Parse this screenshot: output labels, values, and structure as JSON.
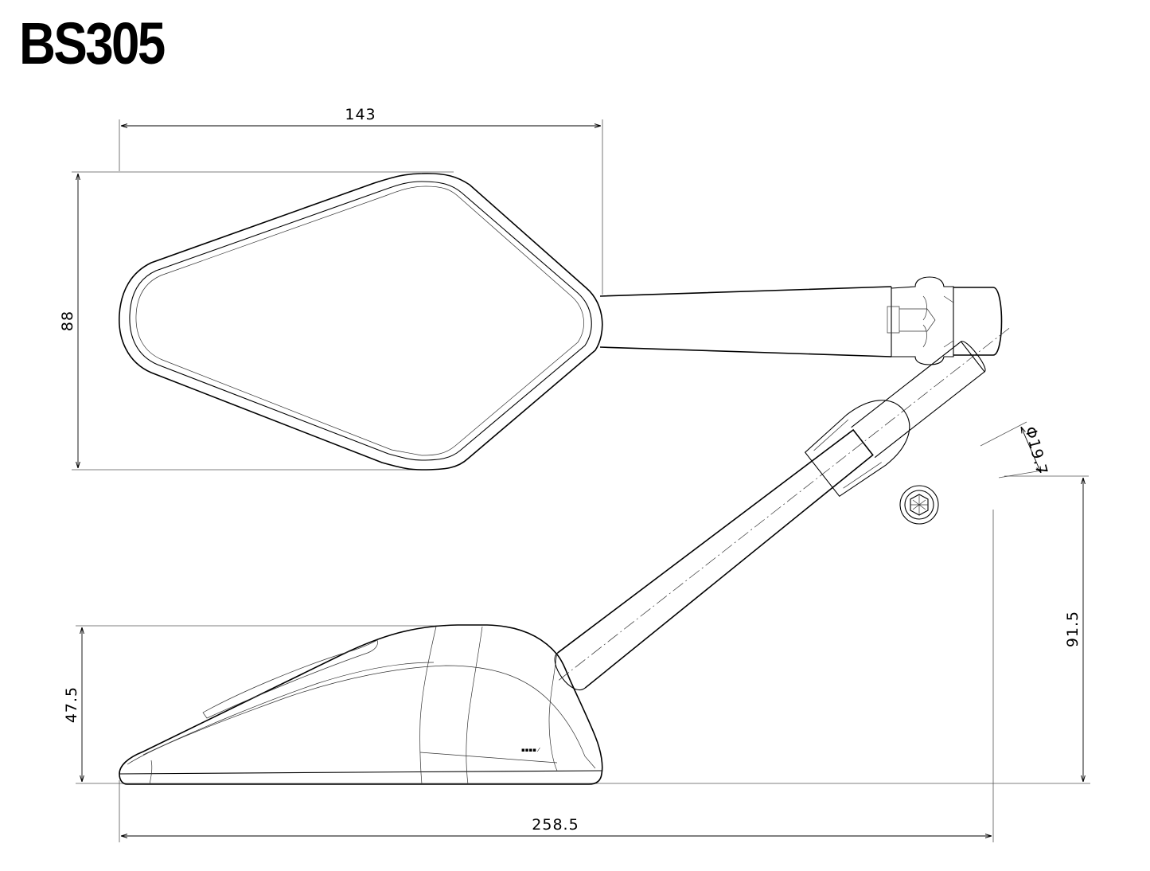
{
  "title": "BS305",
  "dimensions": {
    "top_width": "143",
    "top_height": "88",
    "side_total_length": "258.5",
    "side_body_height": "47.5",
    "side_total_height": "91.5",
    "stem_diameter": "Φ19.7"
  }
}
